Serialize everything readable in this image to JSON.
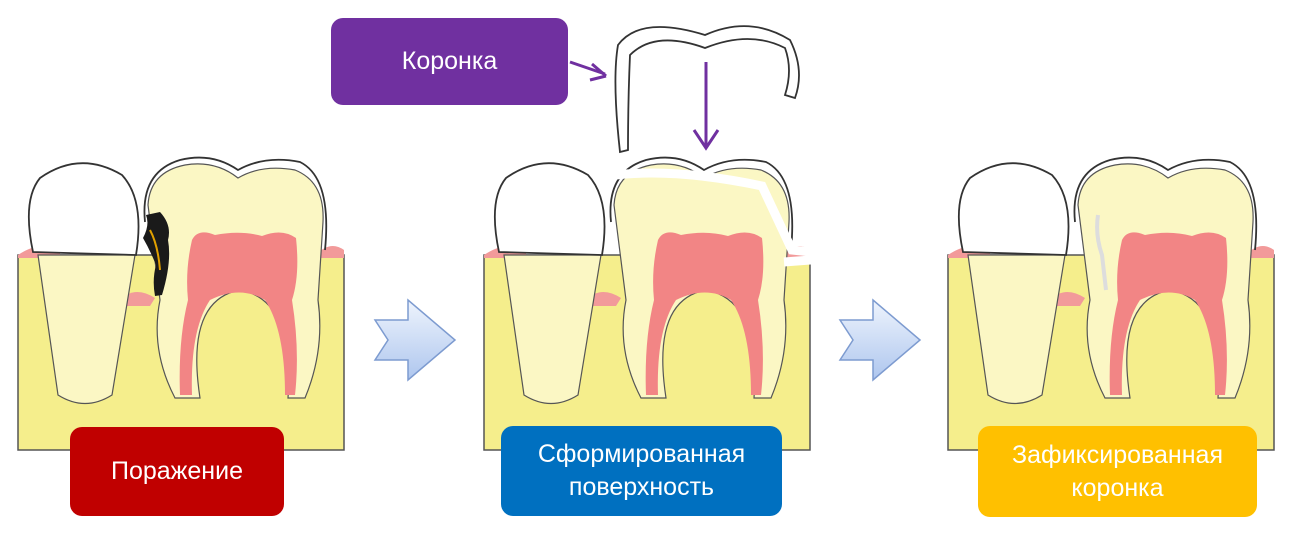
{
  "labels": {
    "crown": "Коронка",
    "lesion": "Поражение",
    "surface": [
      "Сформированная",
      "поверхность"
    ],
    "fixed_crown": [
      "Зафиксированная",
      "коронка"
    ]
  },
  "colors": {
    "crown_label": "#7030a0",
    "lesion_label": "#c00000",
    "surface_label": "#0070c0",
    "fixed_label": "#ffc000",
    "bone": "#f5ee8c",
    "dentin": "#fbf7c4",
    "pulp": "#f28585",
    "gum": "#f29a9a",
    "caries": "#1a1a1a",
    "arrow_purple": "#7030a0",
    "step_arrow": "#c9daf5"
  },
  "icons": {
    "step_arrow_1": "right-arrow-icon",
    "step_arrow_2": "right-arrow-icon",
    "crown_pointer": "arrow-icon",
    "crown_down": "down-arrow-icon"
  }
}
